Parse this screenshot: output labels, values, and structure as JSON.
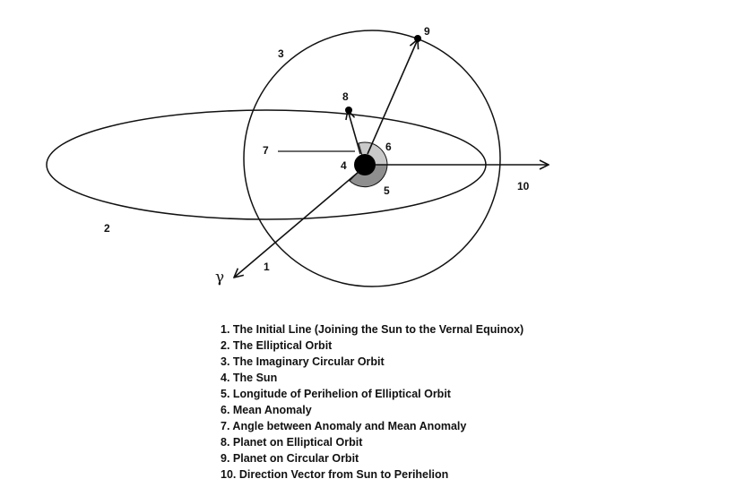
{
  "diagram": {
    "labels": {
      "l1": "1",
      "l2": "2",
      "l3": "3",
      "l4": "4",
      "l5": "5",
      "l6": "6",
      "l7": "7",
      "l8": "8",
      "l9": "9",
      "l10": "10",
      "gamma": "γ"
    },
    "legend": [
      "1. The Initial Line (Joining the Sun to the Vernal Equinox)",
      "2. The Elliptical Orbit",
      "3. The Imaginary Circular Orbit",
      "4. The Sun",
      "5. Longitude of Perihelion of Elliptical Orbit",
      "6. Mean Anomaly",
      "7. Angle between Anomaly and Mean Anomaly",
      "8. Planet on Elliptical Orbit",
      "9. Planet on Circular Orbit",
      "10. Direction Vector from Sun to Perihelion"
    ]
  },
  "colors": {
    "line": "#111111",
    "shade": "#a8a8a8",
    "sun": "#000000"
  }
}
